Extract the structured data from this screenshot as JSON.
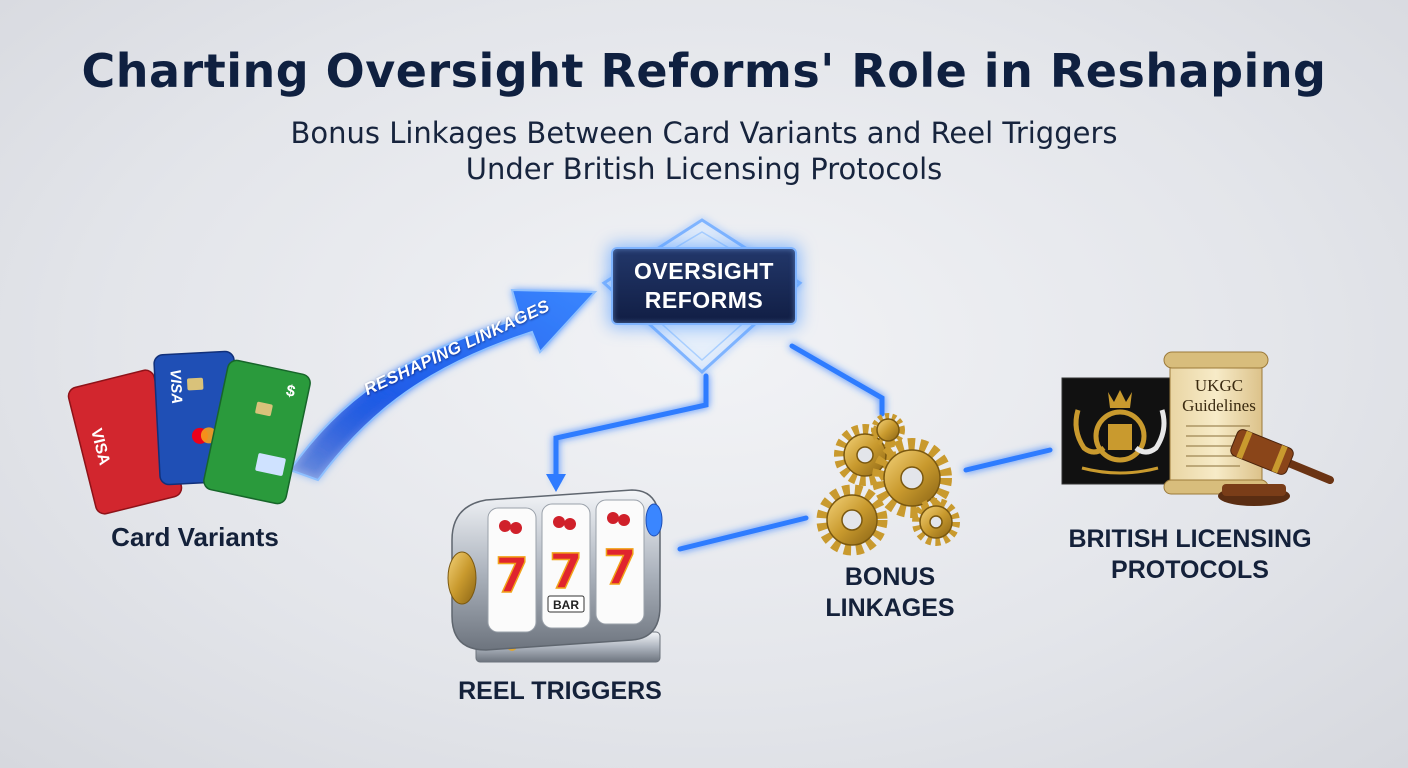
{
  "title": "Charting Oversight Reforms' Role in Reshaping",
  "subtitle_line1": "Bonus Linkages Between Card Variants and Reel Triggers",
  "subtitle_line2": "Under British Licensing Protocols",
  "hub": {
    "line1": "OVERSIGHT",
    "line2": "REFORMS"
  },
  "arrow_label": "RESHAPING LINKAGES",
  "nodes": {
    "card_variants": "Card Variants",
    "reel_triggers": "REEL TRIGGERS",
    "bonus_line1": "BONUS",
    "bonus_line2": "LINKAGES",
    "british_line1": "BRITISH LICENSING",
    "british_line2": "PROTOCOLS"
  },
  "illustrations": {
    "cards": [
      "VISA",
      "VISA",
      "$"
    ],
    "reel_symbols": [
      "7",
      "7",
      "7"
    ],
    "reel_bar_label": "BAR",
    "scroll_line1": "UKGC",
    "scroll_line2": "Guidelines"
  },
  "colors": {
    "title": "#0f2040",
    "connector": "#2f7bff",
    "glow": "#7fb4ff",
    "hub_fill": "#15234d",
    "card_red": "#d2262e",
    "card_blue": "#1f4fb5",
    "card_green": "#2a9a3c",
    "gear_gold": "#c99a2e"
  },
  "icons": [
    "card-stack-icon",
    "slot-machine-icon",
    "gears-icon",
    "royal-crest-icon",
    "scroll-icon",
    "gavel-icon"
  ]
}
